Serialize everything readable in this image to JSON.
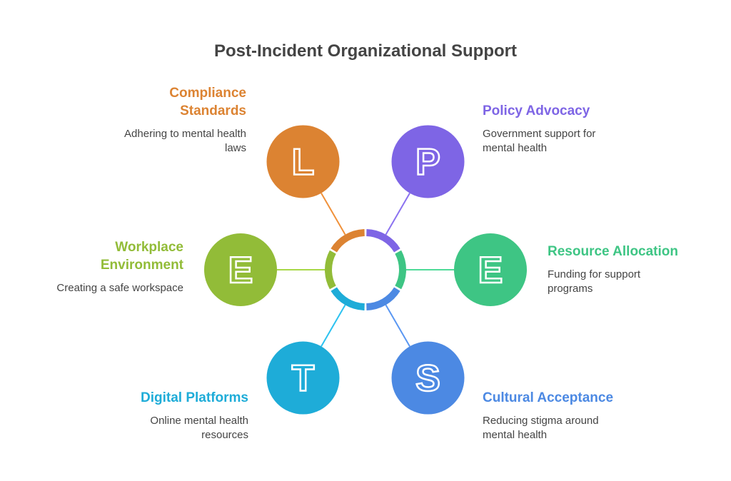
{
  "title": "Post-Incident Organizational Support",
  "items": [
    {
      "letter": "L",
      "heading": "Compliance Standards",
      "heading_lines": [
        "Compliance",
        "Standards"
      ],
      "desc": "Adhering to mental health laws",
      "color": "#DC8332",
      "line": "#F0913A"
    },
    {
      "letter": "P",
      "heading": "Policy Advocacy",
      "heading_lines": [
        "Policy Advocacy"
      ],
      "desc": "Government support for mental health",
      "color": "#7E65E5",
      "line": "#8B72F0"
    },
    {
      "letter": "E",
      "heading": "Resource Allocation",
      "heading_lines": [
        "Resource Allocation"
      ],
      "desc": "Funding for support programs",
      "color": "#3EC584",
      "line": "#4FDB98"
    },
    {
      "letter": "S",
      "heading": "Cultural Acceptance",
      "heading_lines": [
        "Cultural Acceptance"
      ],
      "desc": "Reducing stigma around mental health",
      "color": "#4C89E3",
      "line": "#5A97F2"
    },
    {
      "letter": "T",
      "heading": "Digital Platforms",
      "heading_lines": [
        "Digital Platforms"
      ],
      "desc": "Online mental health resources",
      "color": "#1EACD8",
      "line": "#2CC2F0"
    },
    {
      "letter": "E",
      "heading": "Workplace Environment",
      "heading_lines": [
        "Workplace",
        "Environment"
      ],
      "desc": "Creating a safe workspace",
      "color": "#92BC38",
      "line": "#A8D848"
    }
  ]
}
